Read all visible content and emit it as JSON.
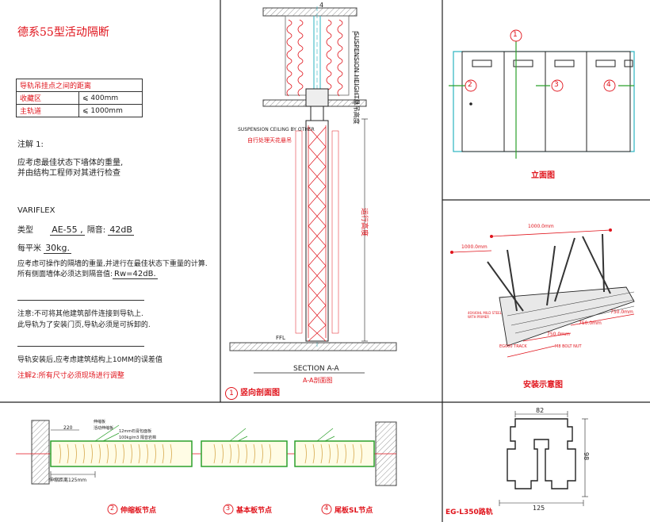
{
  "title": "德系55型活动隔断",
  "rail_table": {
    "header": "导轨吊挂点之间的距离",
    "rows": [
      {
        "label": "收藏区",
        "value": "⩽ 400mm"
      },
      {
        "label": "主轨道",
        "value": "⩽ 1000mm"
      }
    ]
  },
  "note1": {
    "heading": "注解 1:",
    "lines": [
      "应考虑最佳状态下墙体的重量,",
      "并由结构工程师对其进行检查"
    ]
  },
  "variflex": {
    "brand": "VARIFLEX",
    "type_label": "类型",
    "type_value": "AE-55 ,",
    "sound_label": "隔音:",
    "sound_value": "42dB",
    "per_sqm_label": "每平米",
    "per_sqm_value": "30kg.",
    "line1": "应考虑可操作的隔墙的重量,并进行在最佳状态下重量的计算.",
    "line2_prefix": "所有侧面墙体必须达到隔音值:",
    "line2_value": "Rw=42dB."
  },
  "warning": {
    "lines": [
      "注意:不可将其他建筑部件连接到导轨上.",
      "此导轨为了安装门页,导轨必须是可拆卸的."
    ]
  },
  "tolerance": "导轨安装后,应考虑建筑结构上10MM的误差值",
  "note2": "注解2:所有尺寸必须现场进行调整",
  "section": {
    "suspension_height": "SUSPENSION HEIGHT悬吊高度",
    "suspension_ceiling": "SUSPENSION CEILING BY OTHER",
    "ceiling_cn": "自行处理天花悬吊",
    "running_height": "运行高度",
    "ffl": "FFL",
    "section_label": "SECTION A-A",
    "section_cn": "A-A剖面图",
    "number": "1",
    "caption": "竖向剖面图",
    "top_mark": "4"
  },
  "elevation": {
    "markers": [
      "1",
      "2",
      "3",
      "4"
    ],
    "caption": "立面图"
  },
  "install": {
    "dim1": "1000.0mm",
    "dim2": "1000.0mm",
    "dim3": "750.0mm",
    "dim4": "750.0mm",
    "dim5": "750.0mm",
    "steel_note": "40X40HL MILD STEEL WITH PRIMER",
    "track_note": "EG000 TRACK",
    "nut_note": "M8 BOLT NUT",
    "caption": "安装示意图"
  },
  "plan": {
    "labels": [
      "伸缩板",
      "活动伸缩板",
      "12mm石膏包面板",
      "100kg/m3 隔音岩棉",
      "220",
      "伸缩距离125mm"
    ],
    "captions": [
      {
        "num": "2",
        "text": "伸缩板节点"
      },
      {
        "num": "3",
        "text": "基本板节点"
      },
      {
        "num": "4",
        "text": "尾板SL节点"
      }
    ]
  },
  "rail": {
    "dim_top": "82",
    "dim_side": "98",
    "dim_bottom": "125",
    "caption": "EG-L350路轨"
  }
}
